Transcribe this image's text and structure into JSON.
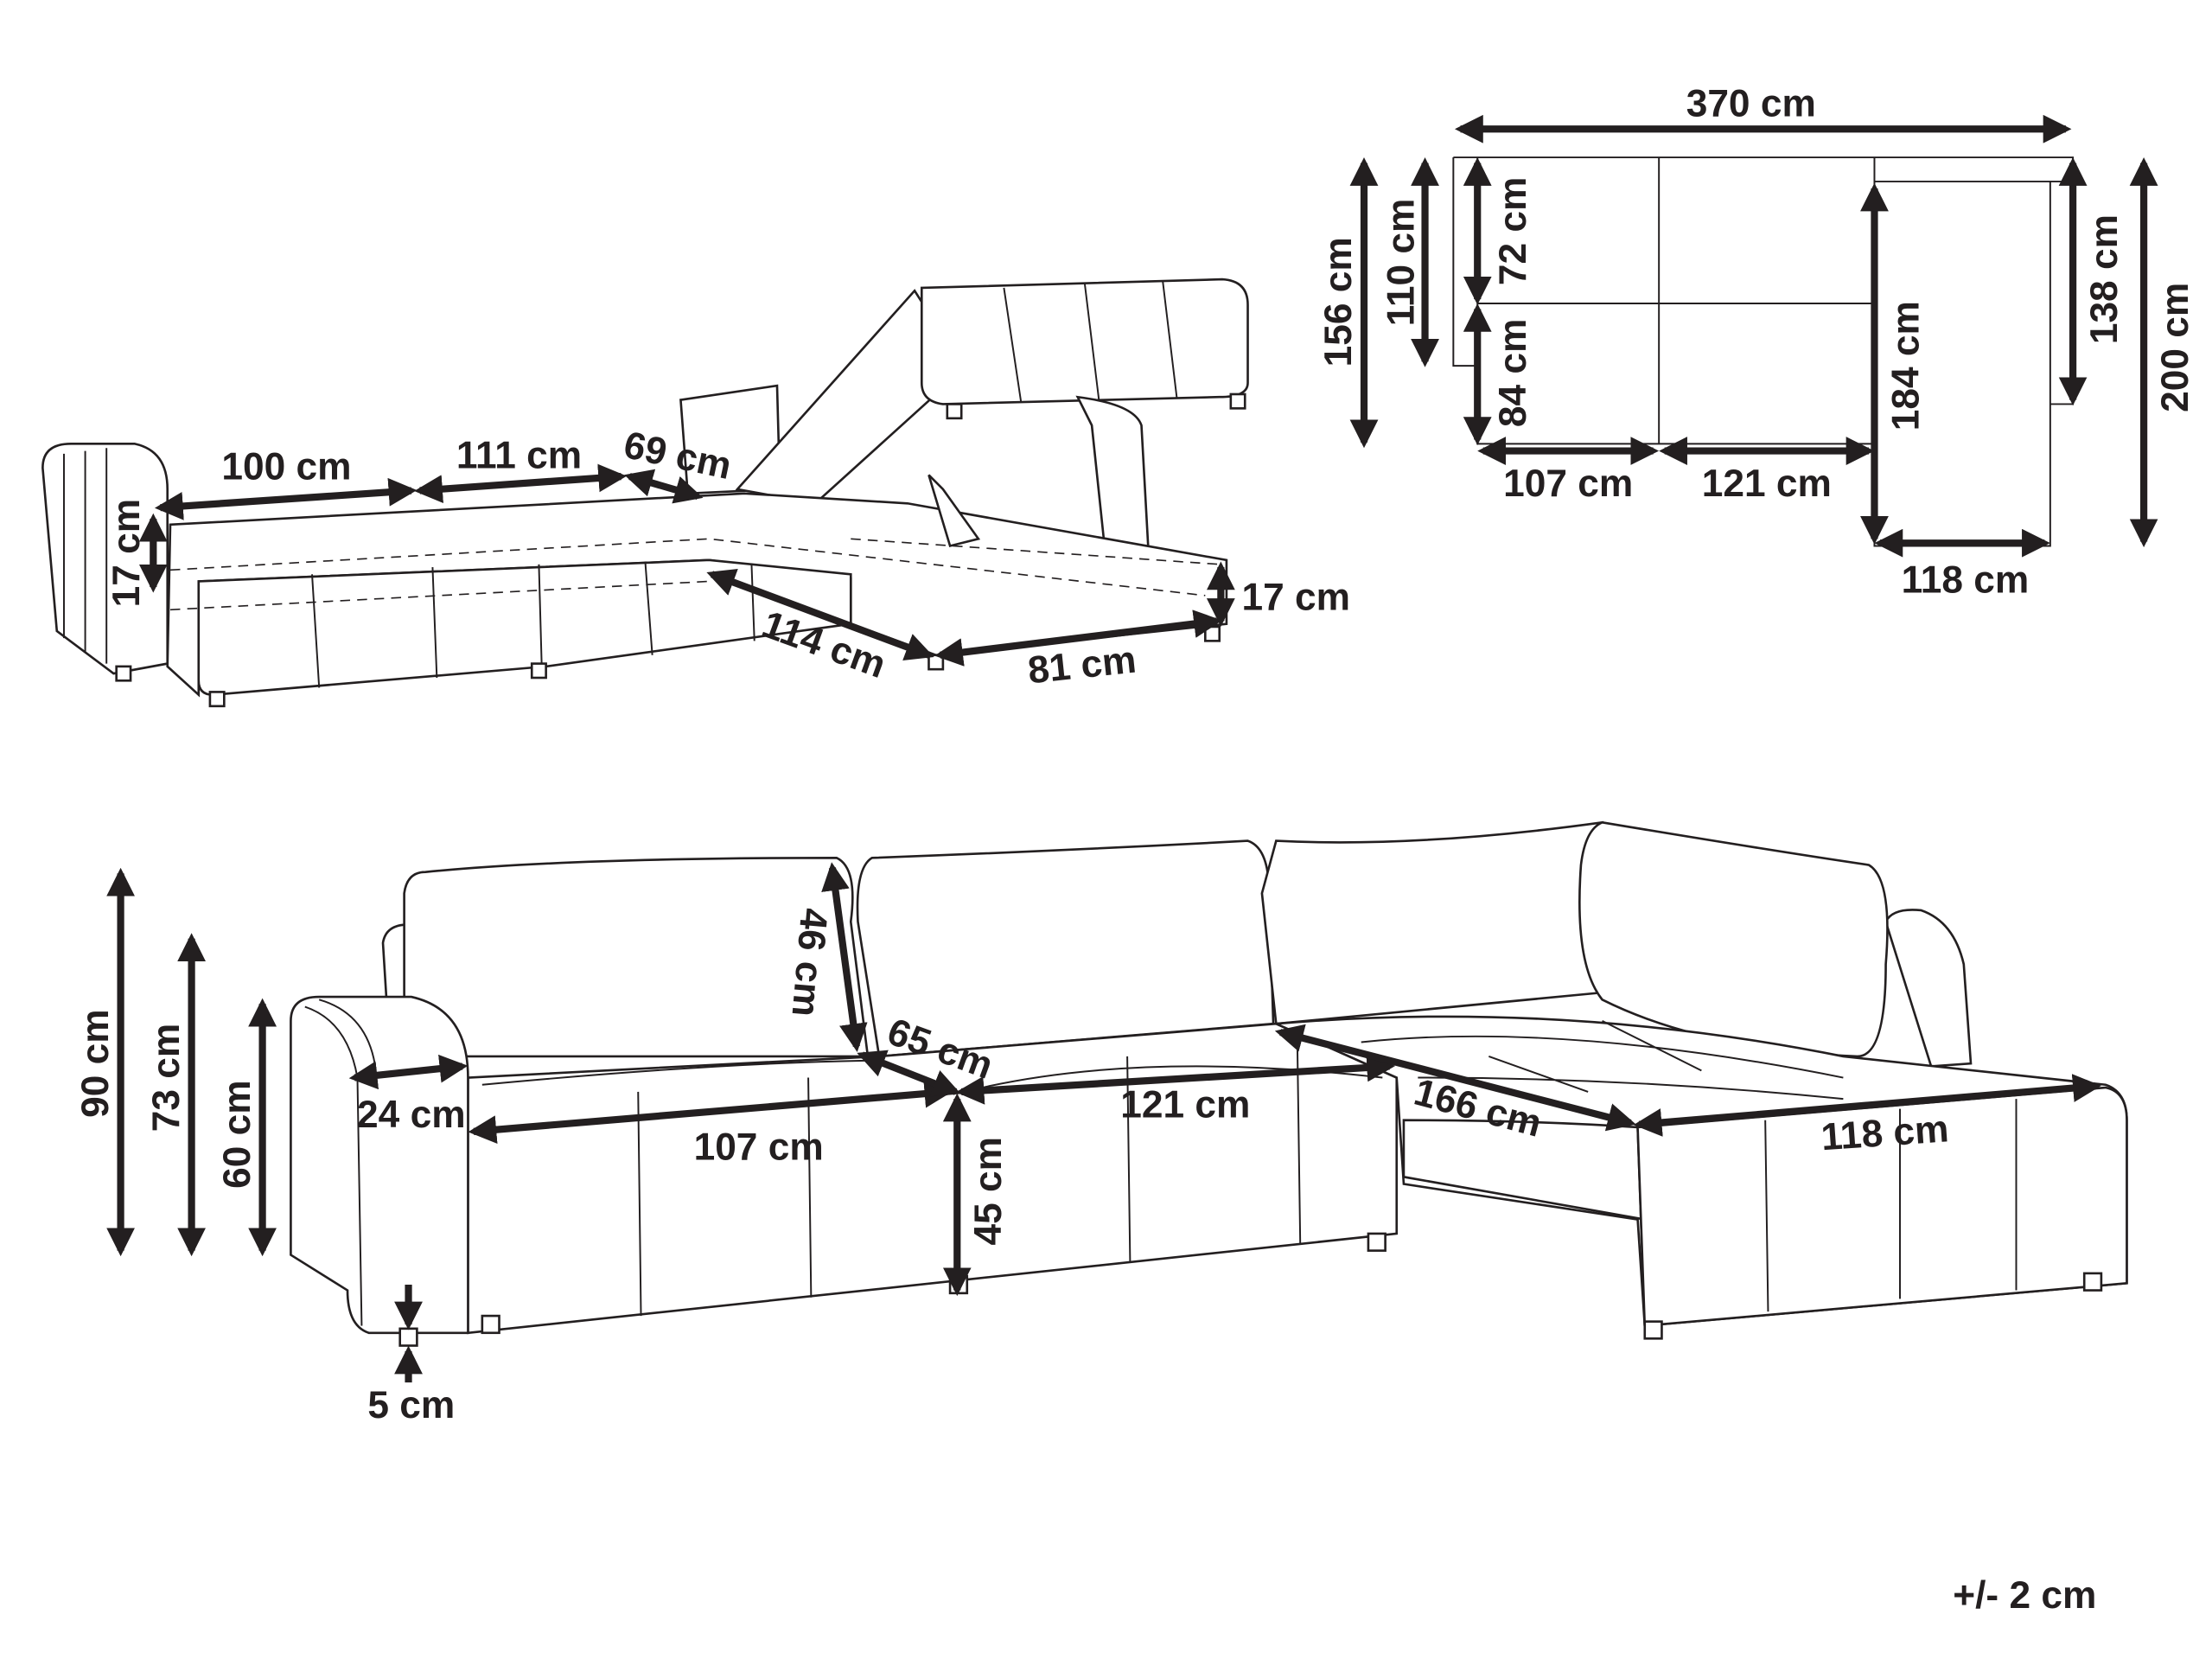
{
  "tolerance": "+/- 2 cm",
  "top_view": {
    "total_width": "370 cm",
    "depth_left": "156 cm",
    "depth_left_inner": "110 cm",
    "backrest_depth": "72 cm",
    "seat_depth": "84 cm",
    "seat_width_left": "107 cm",
    "seat_width_middle": "121 cm",
    "chaise_length": "184 cm",
    "chaise_inner": "138 cm",
    "total_depth": "200 cm",
    "chaise_width": "118 cm"
  },
  "storage_view": {
    "bed_width_1": "100 cm",
    "bed_width_2": "111 cm",
    "bed_width_3": "69 cm",
    "bed_height_left": "17 cm",
    "storage_length": "114 cm",
    "storage_width": "81 cm",
    "storage_height": "17 cm"
  },
  "front_view": {
    "total_height": "90 cm",
    "back_height": "73 cm",
    "arm_height": "60 cm",
    "arm_width": "24 cm",
    "seat_width_left": "107 cm",
    "seat_depth": "65 cm",
    "seat_width_middle": "121 cm",
    "seat_height": "45 cm",
    "back_cushion_height": "46 cm",
    "chaise_length": "166 cm",
    "chaise_width": "118 cm",
    "leg_height": "5 cm"
  }
}
